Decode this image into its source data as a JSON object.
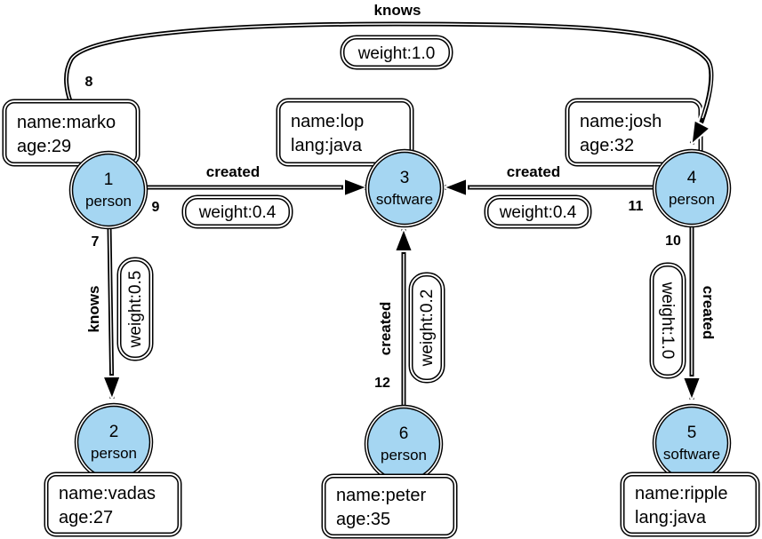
{
  "diagram": {
    "background": "#ffffff",
    "node_fill": "#a5d6f2",
    "stroke_color": "#000000",
    "nodes": {
      "n1": {
        "id": "1",
        "type": "person"
      },
      "n2": {
        "id": "2",
        "type": "person"
      },
      "n3": {
        "id": "3",
        "type": "software"
      },
      "n4": {
        "id": "4",
        "type": "person"
      },
      "n5": {
        "id": "5",
        "type": "software"
      },
      "n6": {
        "id": "6",
        "type": "person"
      }
    },
    "property_boxes": {
      "marko": {
        "line1": "name:marko",
        "line2": "age:29"
      },
      "lop": {
        "line1": "name:lop",
        "line2": "lang:java"
      },
      "josh": {
        "line1": "name:josh",
        "line2": "age:32"
      },
      "vadas": {
        "line1": "name:vadas",
        "line2": "age:27"
      },
      "peter": {
        "line1": "name:peter",
        "line2": "age:35"
      },
      "ripple": {
        "line1": "name:ripple",
        "line2": "lang:java"
      }
    },
    "edges": {
      "e7": {
        "id": "7",
        "label": "knows",
        "weight": "weight:0.5"
      },
      "e8": {
        "id": "8",
        "label": "knows",
        "weight": "weight:1.0"
      },
      "e9": {
        "id": "9",
        "label": "created",
        "weight": "weight:0.4"
      },
      "e10": {
        "id": "10",
        "label": "created",
        "weight": "weight:1.0"
      },
      "e11": {
        "id": "11",
        "label": "created",
        "weight": "weight:0.4"
      },
      "e12": {
        "id": "12",
        "label": "created",
        "weight": "weight:0.2"
      }
    }
  }
}
